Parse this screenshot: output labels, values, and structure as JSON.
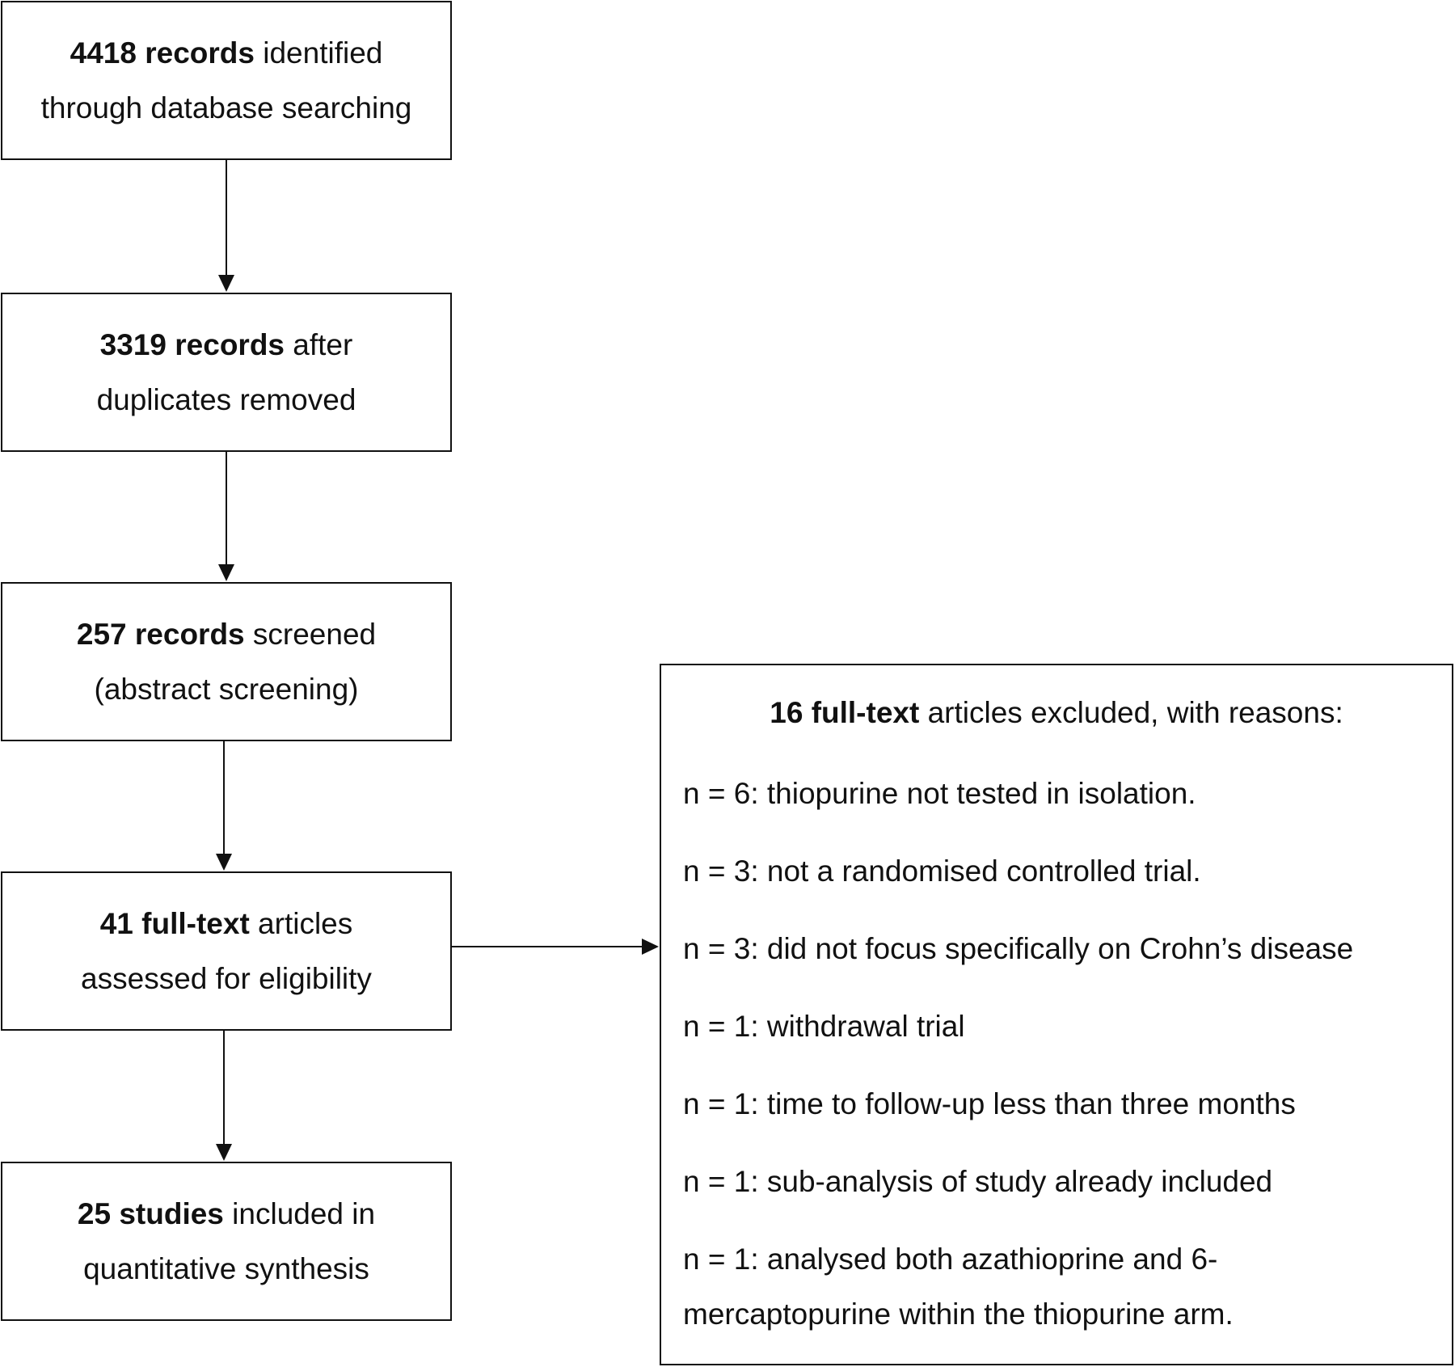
{
  "flow": {
    "identified": {
      "bold": "4418 records",
      "rest_line1": " identified",
      "line2": "through database searching"
    },
    "deduplicated": {
      "bold": "3319 records",
      "rest_line1": " after",
      "line2": "duplicates removed"
    },
    "screened": {
      "bold": "257 records",
      "rest_line1": " screened",
      "line2": "(abstract screening)"
    },
    "assessed": {
      "bold": "41 full-text",
      "rest_line1": " articles",
      "line2": "assessed for eligibility"
    },
    "included": {
      "bold": "25 studies",
      "rest_line1": " included in",
      "line2": "quantitative synthesis"
    }
  },
  "exclusions": {
    "header_bold": "16 full-text",
    "header_rest": " articles excluded, with reasons:",
    "reasons": [
      "n = 6: thiopurine not tested in isolation.",
      "n = 3: not a randomised controlled trial.",
      "n = 3: did not focus specifically on Crohn’s disease",
      "n = 1: withdrawal trial",
      "n = 1: time to follow-up less than three months",
      "n = 1: sub-analysis of study already included",
      "n = 1: analysed both azathioprine and 6-mercaptopurine within the thiopurine arm."
    ]
  }
}
